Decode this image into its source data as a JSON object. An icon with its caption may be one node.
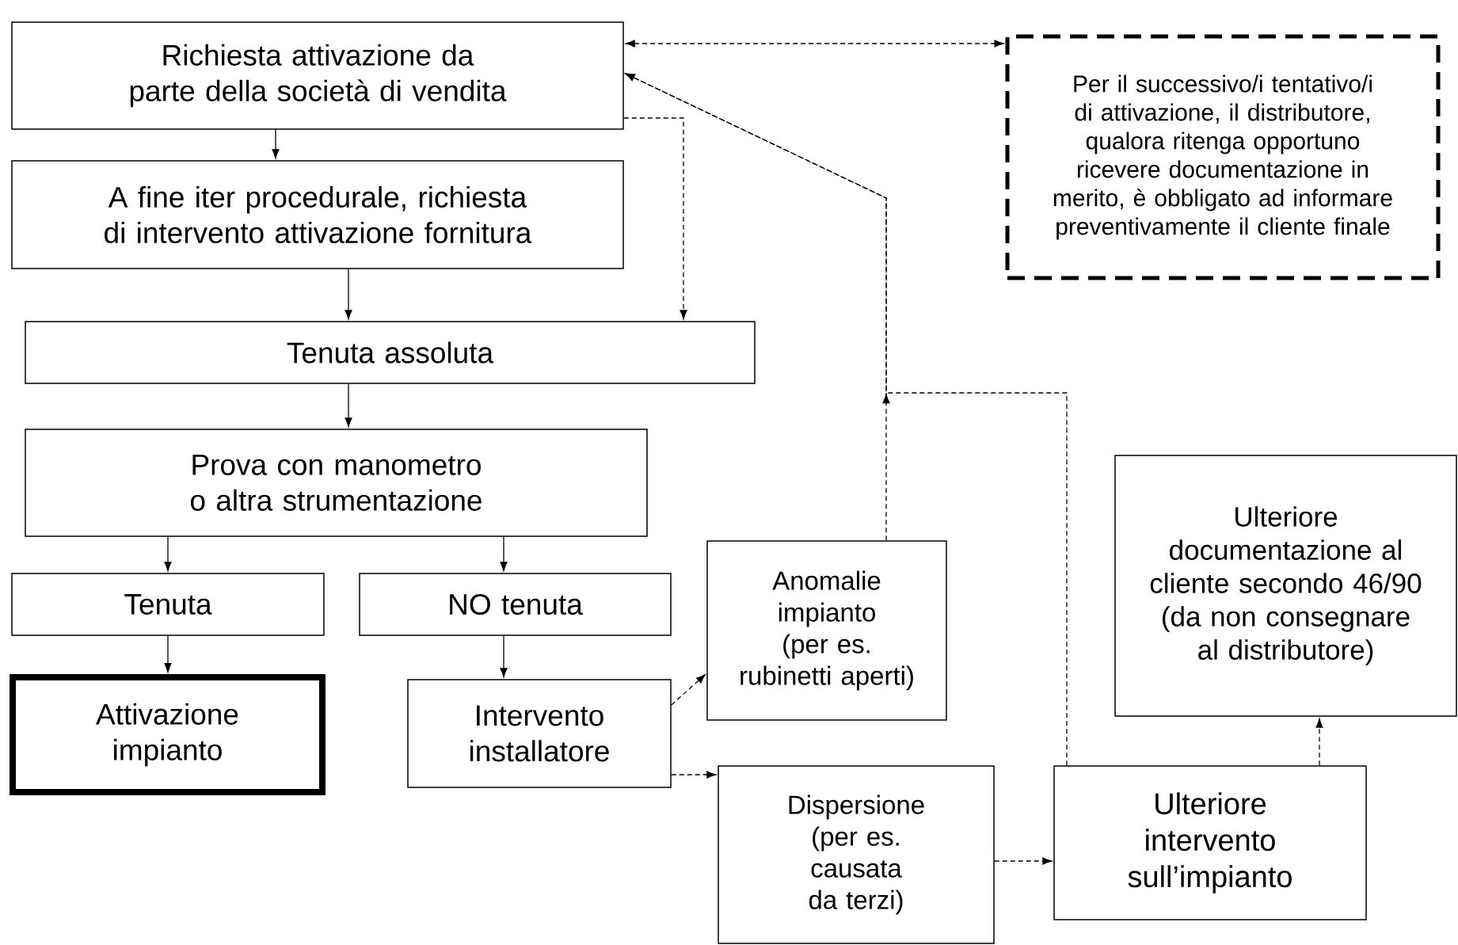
{
  "diagram": {
    "nodes": [
      {
        "text": [
          "Richiesta attivazione da parte della società di vendita"
        ]
      },
      {
        "text": [
          "A fine iter procedurale, richiesta di intervento attivazione fornitura"
        ]
      },
      {
        "text": [
          "Tenuta assoluta"
        ]
      },
      {
        "text": [
          "Prova con manometro o altra strumentazione"
        ]
      },
      {
        "text": [
          "Tenuta"
        ]
      },
      {
        "text": [
          "NO tenuta"
        ]
      },
      {
        "text": [
          "Attivazione impianto"
        ]
      },
      {
        "text": [
          "Intervento installatore"
        ]
      },
      {
        "text": [
          "Anomalie impianto (per es. rubinetti aperti)"
        ]
      },
      {
        "text": [
          "Dispersione (per es. causata da terzi)"
        ]
      },
      {
        "text": [
          "Ulteriore intervento sull’impianto"
        ]
      },
      {
        "text": [
          "Ulteriore documentazione al cliente secondo 46/90 (da non consegnare al distributore)"
        ]
      },
      {
        "text": [
          "Per il successivo/i tentativo/i di attivazione, il distributore, qualora ritenga opportuno ricevere documentazione in merito, è obbligato ad informare preventivamente il cliente finale"
        ]
      }
    ],
    "edges": [
      {
        "from": 0,
        "to": 1,
        "arrow": "to"
      },
      {
        "from": 1,
        "to": 2,
        "arrow": "to"
      },
      {
        "from": 2,
        "to": 3,
        "arrow": "to"
      },
      {
        "from": 3,
        "to": 4,
        "arrow": "to"
      },
      {
        "from": 3,
        "to": 5,
        "arrow": "to"
      },
      {
        "from": 4,
        "to": 6,
        "arrow": "to"
      },
      {
        "from": 5,
        "to": 7,
        "arrow": "to"
      },
      {
        "from": 0,
        "to": 2,
        "arrow": "to",
        "style": "dashed"
      },
      {
        "from": 0,
        "to": 12,
        "arrow": "both",
        "style": "dashed"
      },
      {
        "from": 8,
        "to": 0,
        "arrow": "to",
        "style": "dashed"
      },
      {
        "from": 10,
        "to": 0,
        "arrow": "to",
        "style": "dashed"
      },
      {
        "from": 7,
        "to": 8,
        "arrow": "to",
        "style": "dashed"
      },
      {
        "from": 7,
        "to": 9,
        "arrow": "to",
        "style": "dashed"
      },
      {
        "from": 9,
        "to": 10,
        "arrow": "to",
        "style": "dashed"
      },
      {
        "from": 10,
        "to": 11,
        "arrow": "to",
        "style": "dashed"
      }
    ]
  }
}
